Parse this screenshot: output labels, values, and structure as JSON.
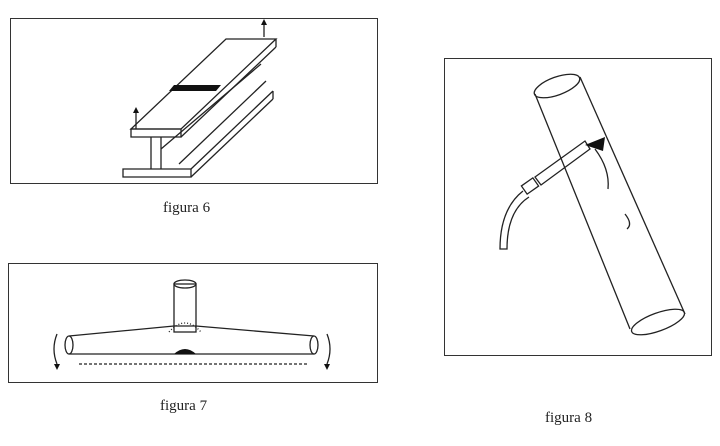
{
  "figures": [
    {
      "caption": "figura 6"
    },
    {
      "caption": "figura 7"
    },
    {
      "caption": "figura 8"
    }
  ]
}
